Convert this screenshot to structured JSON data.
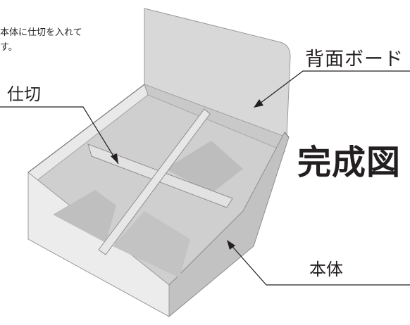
{
  "note": {
    "line1": "本体に仕切を入れて",
    "line2": "す。"
  },
  "labels": {
    "divider": "仕切",
    "back_board": "背面ボード",
    "body": "本体"
  },
  "title": "完成図",
  "colors": {
    "text": "#231f20",
    "board_light": "#e6e6e6",
    "board_mid": "#dadada",
    "board_dark": "#c4c4c4",
    "edge": "#9a9a9a",
    "line": "#231f20"
  }
}
